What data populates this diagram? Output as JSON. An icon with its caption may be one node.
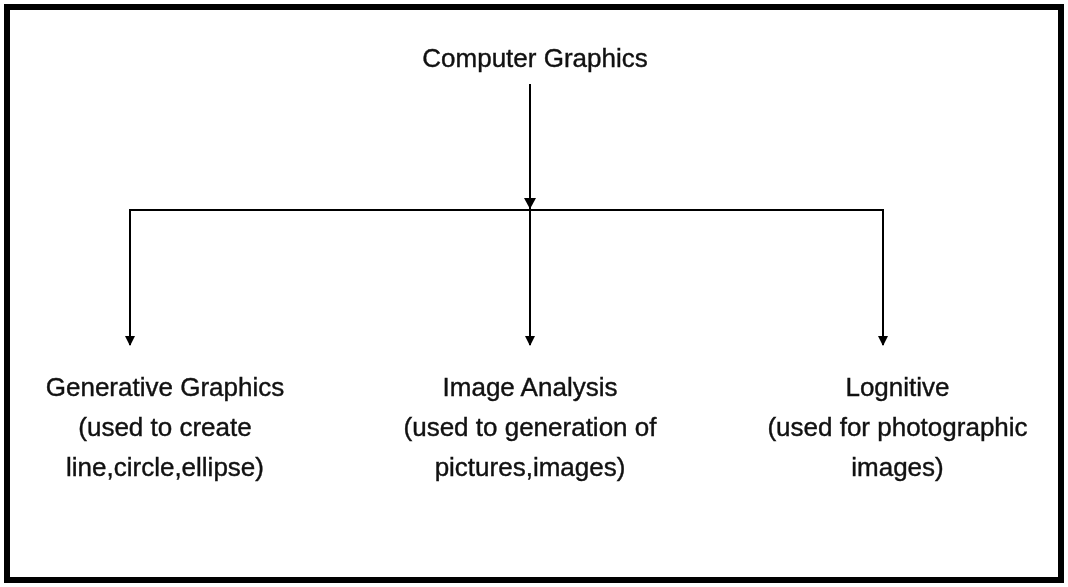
{
  "diagram": {
    "nodes": [
      {
        "text": [
          "Computer Graphics"
        ]
      },
      {
        "text": [
          "Generative Graphics",
          "(used to create line,circle,ellipse)"
        ]
      },
      {
        "text": [
          "Image Analysis",
          "(used to generation of pictures,images)"
        ]
      },
      {
        "text": [
          "Lognitive",
          "(used for photographic images)"
        ]
      }
    ],
    "edges": [
      {
        "from": 0,
        "to": 1,
        "arrow": "to"
      },
      {
        "from": 0,
        "to": 2,
        "arrow": "to"
      },
      {
        "from": 0,
        "to": 3,
        "arrow": "to"
      }
    ]
  }
}
